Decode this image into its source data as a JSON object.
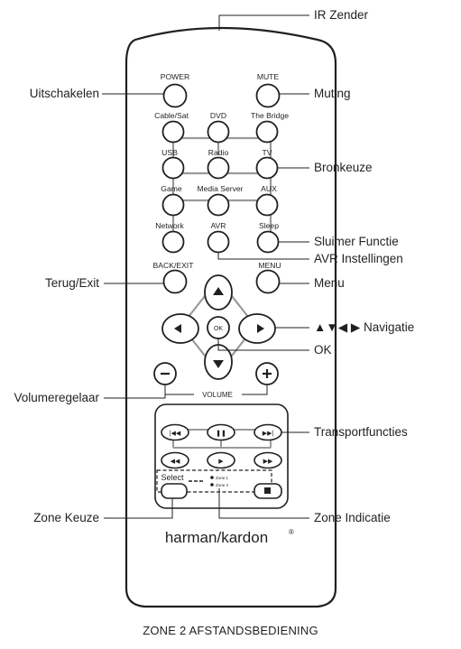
{
  "remote": {
    "buttons": {
      "power": "POWER",
      "mute": "MUTE",
      "cable_sat": "Cable/Sat",
      "dvd": "DVD",
      "the_bridge": "The Bridge",
      "usb": "USB",
      "radio": "Radio",
      "tv": "TV",
      "game": "Game",
      "media_server": "Media Server",
      "aux": "AUX",
      "network": "Network",
      "avr": "AVR",
      "sleep": "Sleep",
      "back_exit": "BACK/EXIT",
      "menu": "MENU",
      "ok": "OK",
      "volume": "VOLUME",
      "select": "Select",
      "zone_1": "Zone 1",
      "zone_2": "Zone 2"
    },
    "brand": "harman/kardon",
    "brand_mark": "®"
  },
  "callouts": {
    "ir_zender": "IR Zender",
    "uitschakelen": "Uitschakelen",
    "muting": "Muting",
    "bronkeuze": "Bronkeuze",
    "sluimer_functie": "Sluimer Functie",
    "avr_instellingen": "AVR Instellingen",
    "terug_exit": "Terug/Exit",
    "menu": "Menu",
    "navigatie": "▲▼◀ ▶ Navigatie",
    "ok": "OK",
    "volumeregelaar": "Volumeregelaar",
    "transportfuncties": "Transportfuncties",
    "zone_keuze": "Zone Keuze",
    "zone_indicatie": "Zone Indicatie"
  },
  "caption": "ZONE 2 AFSTANDSBEDIENING"
}
